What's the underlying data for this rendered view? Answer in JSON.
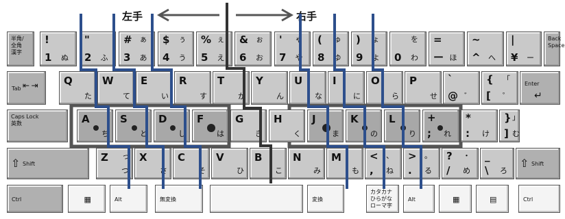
{
  "header": {
    "left_hand": "左手",
    "right_hand": "右手"
  },
  "rows": {
    "number": [
      {
        "id": "hankaku",
        "lines": [
          "半角/",
          "全角",
          "漢字"
        ],
        "style": "dark"
      },
      {
        "id": "1",
        "sym": "!",
        "num": "1",
        "kana": "ぬ"
      },
      {
        "id": "2",
        "sym": "\"",
        "num": "2",
        "kana": "ふ"
      },
      {
        "id": "3",
        "sym": "#",
        "sym_kana": "ぁ",
        "num": "3",
        "kana": "あ"
      },
      {
        "id": "4",
        "sym": "$",
        "sym_kana": "ぅ",
        "num": "4",
        "kana": "う"
      },
      {
        "id": "5",
        "sym": "%",
        "sym_kana": "ぇ",
        "num": "5",
        "kana": "え"
      },
      {
        "id": "6",
        "sym": "&",
        "sym_kana": "ぉ",
        "num": "6",
        "kana": "お"
      },
      {
        "id": "7",
        "sym": "'",
        "sym_kana": "ゃ",
        "num": "7",
        "kana": "や"
      },
      {
        "id": "8",
        "sym": "(",
        "sym_kana": "ゅ",
        "num": "8",
        "kana": "ゆ"
      },
      {
        "id": "9",
        "sym": ")",
        "sym_kana": "ょ",
        "num": "9",
        "kana": "よ"
      },
      {
        "id": "0",
        "sym_kana": "を",
        "num": "0",
        "kana": "わ"
      },
      {
        "id": "minus",
        "sym": "=",
        "num": "ー",
        "kana": "ほ"
      },
      {
        "id": "caret",
        "sym": "~",
        "num": "^",
        "kana": "へ"
      },
      {
        "id": "yen",
        "sym": "|",
        "num": "¥",
        "kana": "ー"
      },
      {
        "id": "backspace",
        "lines": [
          "Back",
          "Space"
        ],
        "style": "dark"
      }
    ],
    "top": [
      {
        "id": "tab",
        "label": "Tab",
        "style": "dark"
      },
      {
        "id": "q",
        "letter": "Q",
        "kana": "た"
      },
      {
        "id": "w",
        "letter": "W",
        "kana": "て"
      },
      {
        "id": "e",
        "letter": "E",
        "kana": "い"
      },
      {
        "id": "r",
        "letter": "R",
        "kana": "す"
      },
      {
        "id": "t",
        "letter": "T",
        "kana": "か"
      },
      {
        "id": "y",
        "letter": "Y",
        "kana": "ん"
      },
      {
        "id": "u",
        "letter": "U",
        "kana": "な"
      },
      {
        "id": "i",
        "letter": "I",
        "kana": "に"
      },
      {
        "id": "o",
        "letter": "O",
        "kana": "ら"
      },
      {
        "id": "p",
        "letter": "P",
        "kana": "せ"
      },
      {
        "id": "at",
        "sym": "`",
        "num": "@",
        "kana": "゛"
      },
      {
        "id": "bracket",
        "sym": "{",
        "sym_kana": "「",
        "num": "[",
        "kana": "゜"
      },
      {
        "id": "enter",
        "label": "Enter",
        "style": "dark"
      }
    ],
    "home": [
      {
        "id": "caps",
        "lines": [
          "Caps Lock",
          "英数"
        ],
        "style": "dark"
      },
      {
        "id": "a",
        "letter": "A",
        "kana": "ち"
      },
      {
        "id": "s",
        "letter": "S",
        "kana": "と"
      },
      {
        "id": "d",
        "letter": "D",
        "kana": "し"
      },
      {
        "id": "f",
        "letter": "F",
        "kana": "は"
      },
      {
        "id": "g",
        "letter": "G",
        "kana": "き"
      },
      {
        "id": "h",
        "letter": "H",
        "kana": "く"
      },
      {
        "id": "j",
        "letter": "J",
        "kana": "ま"
      },
      {
        "id": "k",
        "letter": "K",
        "kana": "の"
      },
      {
        "id": "l",
        "letter": "L",
        "kana": "り"
      },
      {
        "id": "semicolon",
        "sym": "+",
        "num": ";",
        "kana": "れ"
      },
      {
        "id": "colon",
        "sym": "*",
        "num": ":",
        "kana": "け"
      },
      {
        "id": "rbracket",
        "sym": "}",
        "sym_kana": "」",
        "num": "]",
        "kana": "む"
      }
    ],
    "bottom": [
      {
        "id": "lshift",
        "label": "Shift",
        "style": "dark"
      },
      {
        "id": "z",
        "letter": "Z",
        "sym_kana": "っ",
        "kana": "つ"
      },
      {
        "id": "x",
        "letter": "X",
        "kana": "さ"
      },
      {
        "id": "c",
        "letter": "C",
        "kana": "そ"
      },
      {
        "id": "v",
        "letter": "V",
        "kana": "ひ"
      },
      {
        "id": "b",
        "letter": "B",
        "kana": "こ"
      },
      {
        "id": "n",
        "letter": "N",
        "kana": "み"
      },
      {
        "id": "m",
        "letter": "M",
        "kana": "も"
      },
      {
        "id": "comma",
        "sym": "<",
        "sym_kana": "、",
        "num": ",",
        "kana": "ね"
      },
      {
        "id": "period",
        "sym": ">",
        "sym_kana": "。",
        "num": ".",
        "kana": "る"
      },
      {
        "id": "slash",
        "sym": "?",
        "sym_kana": "・",
        "num": "/",
        "kana": "め"
      },
      {
        "id": "backslash",
        "sym": "_",
        "num": "\\",
        "kana": "ろ"
      },
      {
        "id": "rshift",
        "label": "Shift",
        "style": "dark"
      }
    ],
    "space": [
      {
        "id": "ctrl-left",
        "label": "Ctrl",
        "style": "dark"
      },
      {
        "id": "win-left",
        "icon": "windows-icon",
        "style": "light"
      },
      {
        "id": "alt-left",
        "label": "Alt",
        "style": "light"
      },
      {
        "id": "muhenkan",
        "label": "無変換",
        "style": "light"
      },
      {
        "id": "space",
        "label": "",
        "style": "light"
      },
      {
        "id": "henkan",
        "label": "変換",
        "style": "light"
      },
      {
        "id": "kana",
        "lines": [
          "カタカナ",
          "ひらがな",
          "ローマ字"
        ],
        "style": "light"
      },
      {
        "id": "alt-right",
        "label": "Alt",
        "style": "light"
      },
      {
        "id": "win-right",
        "icon": "windows-icon",
        "style": "light"
      },
      {
        "id": "menu",
        "icon": "menu-icon",
        "style": "light"
      },
      {
        "id": "ctrl-right",
        "label": "Ctrl",
        "style": "light"
      }
    ]
  },
  "colors": {
    "finger_lines": "#2d4f8c",
    "center_divider": "#333333",
    "home_box": "#555555"
  }
}
